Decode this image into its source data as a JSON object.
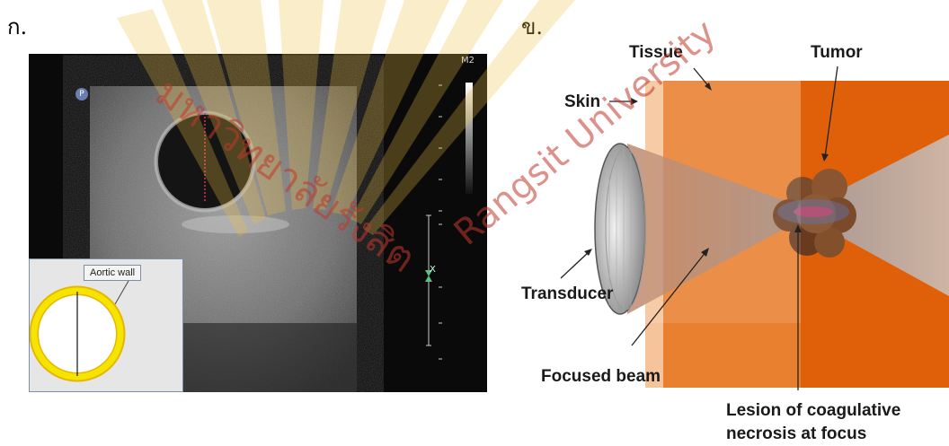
{
  "panels": {
    "a_label": "ก.",
    "b_label": "ข."
  },
  "ultrasound": {
    "mode_label": "M2",
    "probe_marker": "P",
    "x_marker": "X",
    "inset_label": "Aortic wall"
  },
  "hifu": {
    "tissue": "Tissue",
    "tumor": "Tumor",
    "skin": "Skin",
    "transducer": "Transducer",
    "focused_beam": "Focused beam",
    "lesion_line1": "Lesion of coagulative",
    "lesion_line2": "necrosis at focus"
  },
  "watermark": {
    "thai_text": "มหาวิทยาลัยรังสิต",
    "english_text": "Rangsit University"
  },
  "colors": {
    "tissue_orange": "#e9802f",
    "tumor_region_orange": "#e0600a",
    "skin": "#f6c49a",
    "watermark_red": "#c0392b",
    "inset_ring": "#f5d800"
  }
}
